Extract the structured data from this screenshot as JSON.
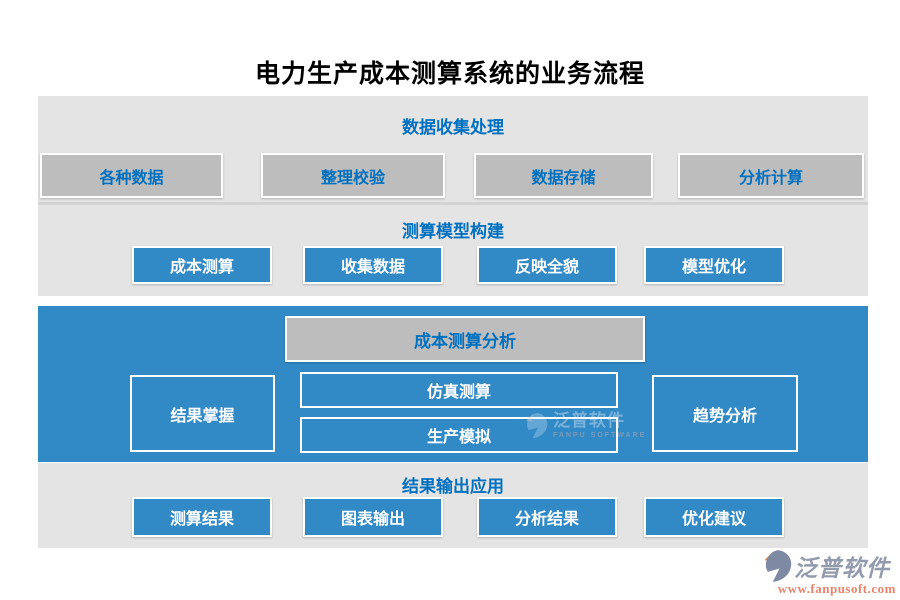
{
  "title": "电力生产成本测算系统的业务流程",
  "stage1": {
    "header": "数据收集处理",
    "boxes": [
      "各种数据",
      "整理校验",
      "数据存储",
      "分析计算"
    ]
  },
  "stage2": {
    "header": "测算模型构建",
    "boxes": [
      "成本测算",
      "收集数据",
      "反映全貌",
      "模型优化"
    ]
  },
  "stage3": {
    "header": "成本测算分析",
    "left_box": "结果掌握",
    "center_boxes": [
      "仿真测算",
      "生产模拟"
    ],
    "right_box": "趋势分析"
  },
  "stage4": {
    "header": "结果输出应用",
    "boxes": [
      "测算结果",
      "图表输出",
      "分析结果",
      "优化建议"
    ]
  },
  "watermark": {
    "brand": "泛普软件",
    "brand_en": "FANPU SOFTWARE"
  },
  "footer_logo": {
    "brand": "泛普软件",
    "website": "www.fanpusoft.com"
  },
  "colors": {
    "accent_blue": "#3189c6",
    "header_text_blue": "#0070c0",
    "band_gray": "#e4e4e4",
    "box_gray": "#bdbdbd",
    "logo_text_gray": "#929bae",
    "logo_url_salmon": "#e8846c",
    "logo_orange": "#e2814b"
  }
}
